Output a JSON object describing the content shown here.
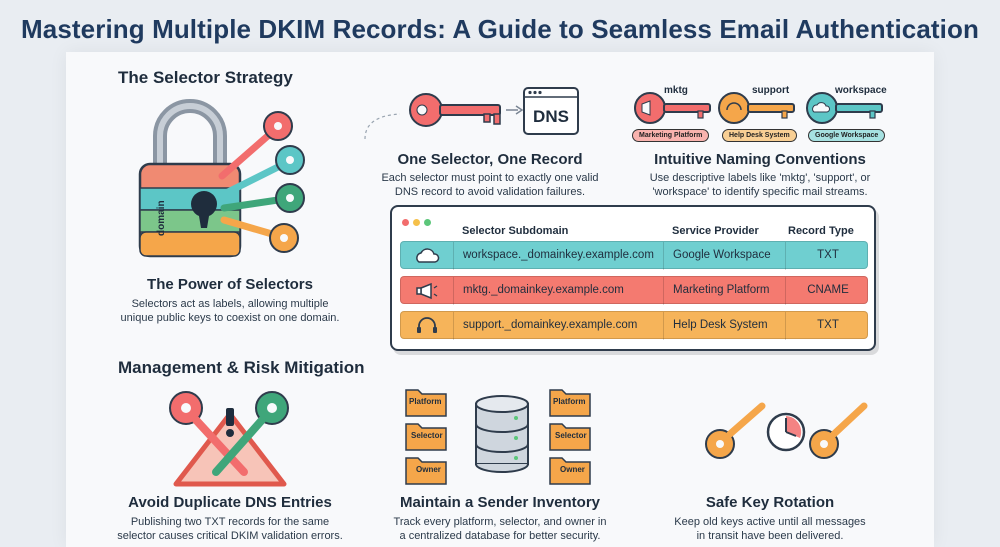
{
  "title": "Mastering Multiple DKIM Records: A Guide to Seamless Email Authentication",
  "selector_strategy": {
    "heading": "The Selector Strategy",
    "lock_label": "domain",
    "power": {
      "title": "The Power of Selectors",
      "desc_line1": "Selectors act as labels, allowing multiple",
      "desc_line2": "unique public keys to coexist on one domain."
    },
    "one_selector": {
      "dns_label": "DNS",
      "title": "One Selector, One Record",
      "desc_line1": "Each selector must point to exactly one valid",
      "desc_line2": "DNS record to avoid validation failures."
    },
    "naming": {
      "title": "Intuitive Naming Conventions",
      "desc_line1": "Use descriptive labels like 'mktg', 'support', or",
      "desc_line2": "'workspace' to identify specific mail streams.",
      "keys": [
        {
          "label": "mktg",
          "tag": "Marketing Platform",
          "color": "#f26d6d"
        },
        {
          "label": "support",
          "tag": "Help Desk System",
          "color": "#f5a64a"
        },
        {
          "label": "workspace",
          "tag": "Google Workspace",
          "color": "#5cc6c6"
        }
      ]
    }
  },
  "table": {
    "headers": [
      "Selector Subdomain",
      "Service Provider",
      "Record Type"
    ],
    "rows": [
      {
        "subdomain": "workspace._domainkey.example.com",
        "provider": "Google Workspace",
        "type": "TXT",
        "icon": "cloud-icon",
        "color": "#6fcfd0"
      },
      {
        "subdomain": "mktg._domainkey.example.com",
        "provider": "Marketing Platform",
        "type": "CNAME",
        "icon": "megaphone-icon",
        "color": "#f47a70"
      },
      {
        "subdomain": "support._domainkey.example.com",
        "provider": "Help Desk System",
        "type": "TXT",
        "icon": "headset-icon",
        "color": "#f6b45a"
      }
    ]
  },
  "management": {
    "heading": "Management & Risk Mitigation",
    "duplicate": {
      "title": "Avoid Duplicate DNS Entries",
      "desc_line1": "Publishing two TXT records for the same",
      "desc_line2": "selector causes critical DKIM validation errors."
    },
    "inventory": {
      "title": "Maintain a Sender Inventory",
      "desc_line1": "Track every platform, selector, and owner in",
      "desc_line2": "a centralized database for better security.",
      "folders": [
        "Platform",
        "Selector",
        "Owner"
      ]
    },
    "rotation": {
      "title": "Safe Key Rotation",
      "desc_line1": "Keep old keys active until all messages",
      "desc_line2": "in transit have been delivered."
    }
  },
  "colors": {
    "red": "#f26d6d",
    "orange": "#f5a64a",
    "teal": "#5cc6c6",
    "green": "#3fa67a",
    "navy": "#1f3a5f"
  }
}
